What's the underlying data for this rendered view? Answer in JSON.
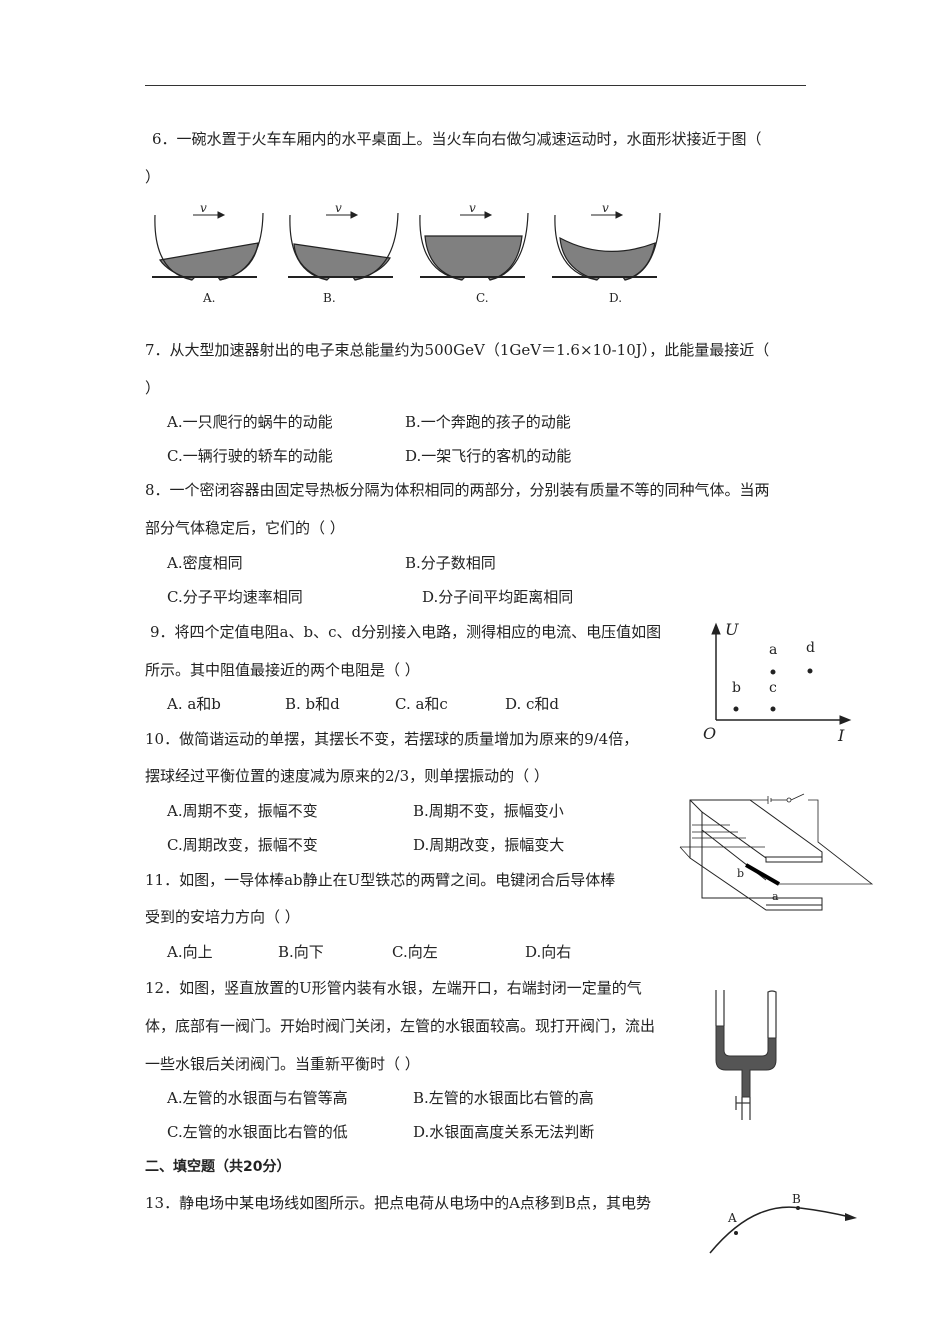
{
  "q6": {
    "stem": "6．一碗水置于火车车厢内的水平桌面上。当火车向右做匀减速运动时，水面形状接近于图（",
    "close": "）",
    "figure": {
      "velocity_label": "v",
      "labels": [
        "A.",
        "B.",
        "C.",
        "D."
      ]
    }
  },
  "q7": {
    "stem": "7．从大型加速器射出的电子束总能量约为500GeV（1GeV＝1.6×10-10J），此能量最接近（",
    "close": "）",
    "options": [
      "A.一只爬行的蜗牛的动能",
      "B.一个奔跑的孩子的动能",
      "C.一辆行驶的轿车的动能",
      "D.一架飞行的客机的动能"
    ]
  },
  "q8": {
    "stem": "8．一个密闭容器由固定导热板分隔为体积相同的两部分，分别装有质量不等的同种气体。当两",
    "stem2": "部分气体稳定后，它们的（  ）",
    "options": [
      "A.密度相同",
      "B.分子数相同",
      "C.分子平均速率相同",
      "D.分子间平均距离相同"
    ]
  },
  "q9": {
    "stem": "9．将四个定值电阻a、b、c、d分别接入电路，测得相应的电流、电压值如图",
    "stem2": "所示。其中阻值最接近的两个电阻是（  ）",
    "options": [
      "A.  a和b",
      "B.  b和d",
      "C.  a和c",
      "D.  c和d"
    ],
    "figure": {
      "y_axis": "U",
      "x_axis": "I",
      "origin": "O",
      "points": [
        "a",
        "b",
        "c",
        "d"
      ]
    }
  },
  "q10": {
    "stem": "10．做简谐运动的单摆，其摆长不变，若摆球的质量增加为原来的9/4倍，",
    "stem2": "摆球经过平衡位置的速度减为原来的2/3，则单摆振动的（  ）",
    "options": [
      "A.周期不变，振幅不变",
      "B.周期不变，振幅变小",
      "C.周期改变，振幅不变",
      "D.周期改变，振幅变大"
    ]
  },
  "q11": {
    "stem": "11．如图，一导体棒ab静止在U型铁芯的两臂之间。电键闭合后导体棒",
    "stem2": "受到的安培力方向（  ）",
    "options": [
      "A.向上",
      "B.向下",
      "C.向左",
      "D.向右"
    ],
    "figure": {
      "end_a": "a",
      "end_b": "b"
    }
  },
  "q12": {
    "stem": "12．如图，竖直放置的U形管内装有水银，左端开口，右端封闭一定量的气",
    "stem2": "体，底部有一阀门。开始时阀门关闭，左管的水银面较高。现打开阀门，流出",
    "stem3": "一些水银后关闭阀门。当重新平衡时（  ）",
    "options": [
      "A.左管的水银面与右管等高",
      "B.左管的水银面比右管的高",
      "C.左管的水银面比右管的低",
      "D.水银面高度关系无法判断"
    ]
  },
  "section2": {
    "title": "二、填空题（共20分）"
  },
  "q13": {
    "stem": "13．静电场中某电场线如图所示。把点电荷从电场中的A点移到B点，其电势",
    "figure": {
      "point_a": "A",
      "point_b": "B"
    }
  }
}
